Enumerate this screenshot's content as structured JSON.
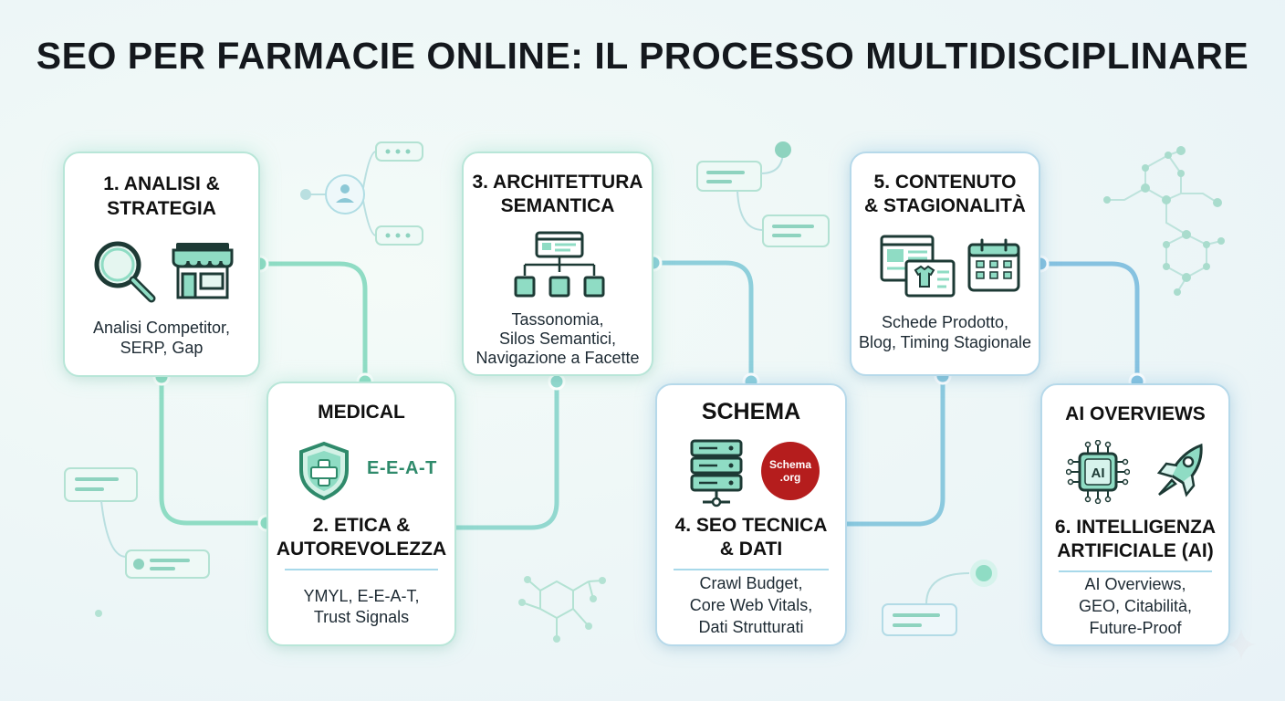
{
  "title": "SEO PER FARMACIE ONLINE: IL PROCESSO MULTIDISCIPLINARE",
  "colors": {
    "accent_green": "#7fd6bb",
    "accent_blue": "#7cc3de",
    "schema_red": "#b51d1d"
  },
  "steps": [
    {
      "heading_lines": [
        "1. ANALISI &",
        "STRATEGIA"
      ],
      "icons": [
        "magnifier-icon",
        "storefront-icon"
      ],
      "desc_lines": [
        "Analisi Competitor,",
        "SERP, Gap"
      ]
    },
    {
      "badge": "MEDICAL",
      "tag": "E-E-A-T",
      "heading_lines": [
        "2. ETICA &",
        "AUTOREVOLEZZA"
      ],
      "icons": [
        "medical-shield-icon"
      ],
      "desc_lines": [
        "YMYL, E-E-A-T,",
        "Trust Signals"
      ]
    },
    {
      "heading_lines": [
        "3. ARCHITETTURA",
        "SEMANTICA"
      ],
      "icons": [
        "site-hierarchy-icon"
      ],
      "desc_lines": [
        "Tassonomia,",
        "Silos Semantici,",
        "Navigazione a Facette"
      ]
    },
    {
      "badge": "SCHEMA",
      "logo_lines": [
        "Schema",
        ".org"
      ],
      "heading_lines": [
        "4. SEO TECNICA",
        "& DATI"
      ],
      "icons": [
        "server-stack-icon"
      ],
      "desc_lines": [
        "Crawl Budget,",
        "Core Web Vitals,",
        "Dati Strutturati"
      ]
    },
    {
      "heading_lines": [
        "5. CONTENUTO",
        "& STAGIONALITÀ"
      ],
      "icons": [
        "product-page-icon",
        "calendar-icon"
      ],
      "desc_lines": [
        "Schede Prodotto,",
        "Blog, Timing Stagionale"
      ]
    },
    {
      "badge": "AI OVERVIEWS",
      "heading_lines": [
        "6. INTELLIGENZA",
        "ARTIFICIALE (AI)"
      ],
      "icons": [
        "ai-chip-icon",
        "rocket-icon"
      ],
      "desc_lines": [
        "AI Overviews,",
        "GEO, Citabilità,",
        "Future-Proof"
      ]
    }
  ]
}
